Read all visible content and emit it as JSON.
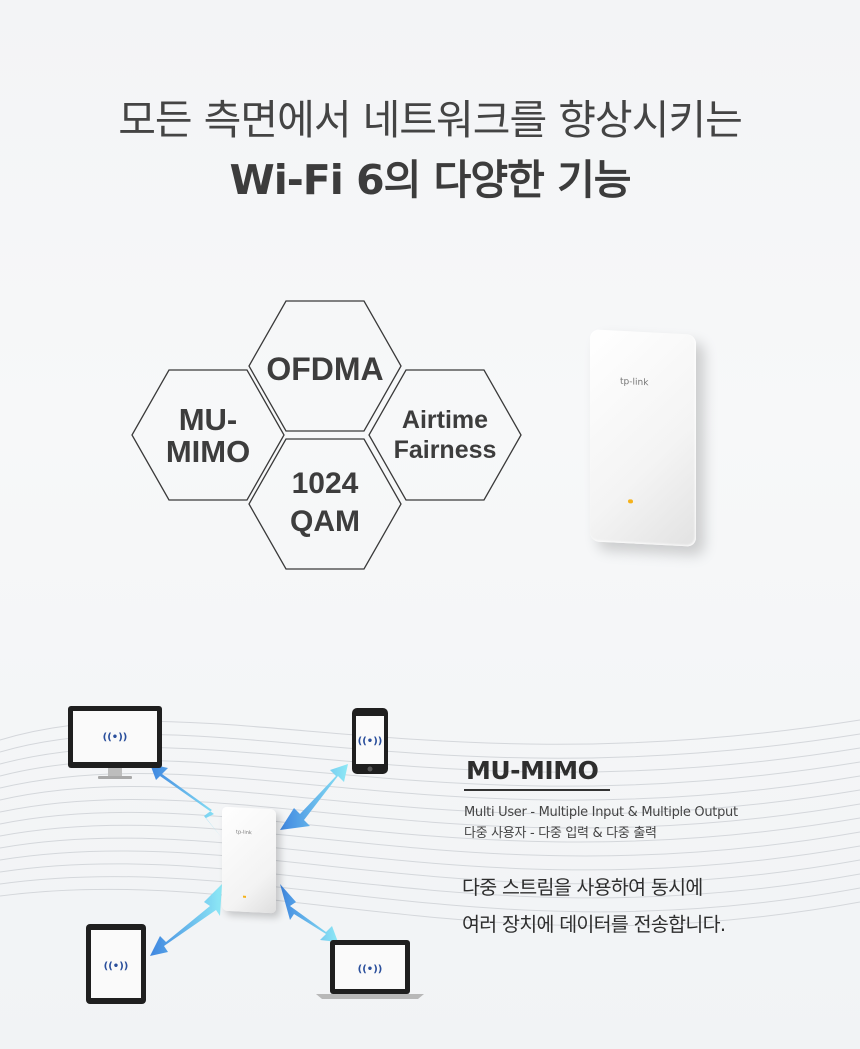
{
  "headline": {
    "line1": "모든 측면에서 네트워크를 향상시키는",
    "line2": "Wi-Fi 6의 다양한 기능"
  },
  "hexagons": [
    {
      "lines": [
        "OFDMA"
      ]
    },
    {
      "lines": [
        "MU-",
        "MIMO"
      ]
    },
    {
      "lines": [
        "Airtime",
        "Fairness"
      ]
    },
    {
      "lines": [
        "1024",
        "QAM"
      ]
    }
  ],
  "device": {
    "brand": "tp-link",
    "led_color": "#f5b21b"
  },
  "feature": {
    "title": "MU-MIMO",
    "subtitle_en": "Multi User - Multiple Input & Multiple Output",
    "subtitle_ko": "다중 사용자 - 다중 입력 & 다중 출력",
    "desc_line1": "다중 스트림을 사용하여 동시에",
    "desc_line2": "여러 장치에 데이터를 전송합니다."
  },
  "clients": [
    {
      "type": "monitor-icon",
      "signal": "((•))"
    },
    {
      "type": "smartphone-icon",
      "signal": "((•))"
    },
    {
      "type": "tablet-icon",
      "signal": "((•))"
    },
    {
      "type": "laptop-icon",
      "signal": "((•))"
    }
  ],
  "colors": {
    "arrow_start": "#3f86e0",
    "arrow_end": "#7fe3f4",
    "text_dark": "#333333"
  }
}
